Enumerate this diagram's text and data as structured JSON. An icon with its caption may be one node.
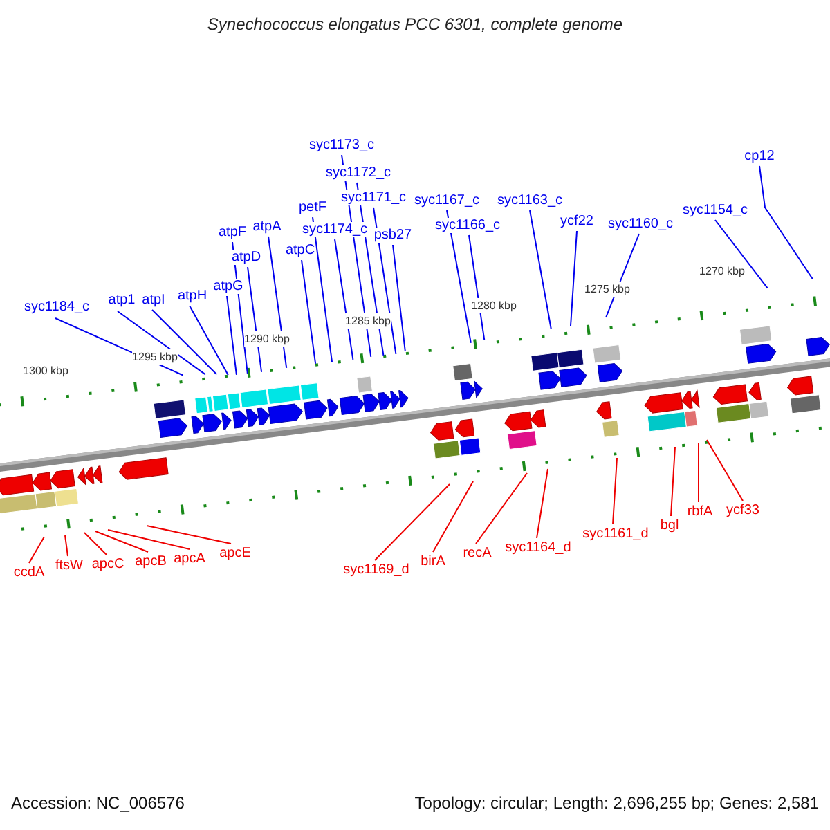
{
  "diagram": {
    "title": "Synechococcus elongatus PCC 6301, complete genome",
    "nodes": [
      {
        "text": [
          "syc1184_c"
        ]
      },
      {
        "text": [
          "atp1"
        ]
      },
      {
        "text": [
          "atpI"
        ]
      },
      {
        "text": [
          "atpH"
        ]
      },
      {
        "text": [
          "atpG"
        ]
      },
      {
        "text": [
          "atpF"
        ]
      },
      {
        "text": [
          "atpD"
        ]
      },
      {
        "text": [
          "atpA"
        ]
      },
      {
        "text": [
          "atpC"
        ]
      },
      {
        "text": [
          "petF"
        ]
      },
      {
        "text": [
          "syc1174_c"
        ]
      },
      {
        "text": [
          "syc1173_c"
        ]
      },
      {
        "text": [
          "syc1172_c"
        ]
      },
      {
        "text": [
          "syc1171_c"
        ]
      },
      {
        "text": [
          "psb27"
        ]
      },
      {
        "text": [
          "syc1167_c"
        ]
      },
      {
        "text": [
          "syc1166_c"
        ]
      },
      {
        "text": [
          "syc1163_c"
        ]
      },
      {
        "text": [
          "ycf22"
        ]
      },
      {
        "text": [
          "syc1160_c"
        ]
      },
      {
        "text": [
          "syc1154_c"
        ]
      },
      {
        "text": [
          "cp12"
        ]
      },
      {
        "text": [
          "ccdA"
        ]
      },
      {
        "text": [
          "ftsW"
        ]
      },
      {
        "text": [
          "apcC"
        ]
      },
      {
        "text": [
          "apcB"
        ]
      },
      {
        "text": [
          "apcA"
        ]
      },
      {
        "text": [
          "apcE"
        ]
      },
      {
        "text": [
          "syc1169_d"
        ]
      },
      {
        "text": [
          "birA"
        ]
      },
      {
        "text": [
          "recA"
        ]
      },
      {
        "text": [
          "syc1164_d"
        ]
      },
      {
        "text": [
          "syc1161_d"
        ]
      },
      {
        "text": [
          "bgl"
        ]
      },
      {
        "text": [
          "rbfA"
        ]
      },
      {
        "text": [
          "ycf33"
        ]
      }
    ],
    "edges": [
      {
        "from": 0,
        "to": null,
        "arrow": "none"
      },
      {
        "from": 1,
        "to": null,
        "arrow": "none"
      },
      {
        "from": 2,
        "to": null,
        "arrow": "none"
      },
      {
        "from": 3,
        "to": null,
        "arrow": "none"
      },
      {
        "from": 4,
        "to": null,
        "arrow": "none"
      },
      {
        "from": 5,
        "to": null,
        "arrow": "none"
      },
      {
        "from": 6,
        "to": null,
        "arrow": "none"
      },
      {
        "from": 7,
        "to": null,
        "arrow": "none"
      },
      {
        "from": 8,
        "to": null,
        "arrow": "none"
      },
      {
        "from": 9,
        "to": null,
        "arrow": "none"
      },
      {
        "from": 10,
        "to": null,
        "arrow": "none"
      },
      {
        "from": 11,
        "to": null,
        "arrow": "none"
      },
      {
        "from": 12,
        "to": null,
        "arrow": "none"
      },
      {
        "from": 13,
        "to": null,
        "arrow": "none"
      },
      {
        "from": 14,
        "to": null,
        "arrow": "none"
      },
      {
        "from": 15,
        "to": null,
        "arrow": "none"
      },
      {
        "from": 16,
        "to": null,
        "arrow": "none"
      },
      {
        "from": 17,
        "to": null,
        "arrow": "none"
      },
      {
        "from": 18,
        "to": null,
        "arrow": "none"
      },
      {
        "from": 19,
        "to": null,
        "arrow": "none"
      },
      {
        "from": 20,
        "to": null,
        "arrow": "none"
      },
      {
        "from": 21,
        "to": null,
        "arrow": "none"
      },
      {
        "from": 22,
        "to": null,
        "arrow": "none",
        "color": "#ee0000"
      },
      {
        "from": 23,
        "to": null,
        "arrow": "none",
        "color": "#ee0000"
      },
      {
        "from": 24,
        "to": null,
        "arrow": "none",
        "color": "#ee0000"
      },
      {
        "from": 25,
        "to": null,
        "arrow": "none",
        "color": "#ee0000"
      },
      {
        "from": 26,
        "to": null,
        "arrow": "none",
        "color": "#ee0000"
      },
      {
        "from": 27,
        "to": null,
        "arrow": "none",
        "color": "#ee0000"
      },
      {
        "from": 28,
        "to": null,
        "arrow": "none",
        "color": "#ee0000"
      },
      {
        "from": 29,
        "to": null,
        "arrow": "none",
        "color": "#ee0000"
      },
      {
        "from": 30,
        "to": null,
        "arrow": "none",
        "color": "#ee0000"
      },
      {
        "from": 31,
        "to": null,
        "arrow": "none",
        "color": "#ee0000"
      },
      {
        "from": 32,
        "to": null,
        "arrow": "none",
        "color": "#ee0000"
      },
      {
        "from": 33,
        "to": null,
        "arrow": "none",
        "color": "#ee0000"
      },
      {
        "from": 34,
        "to": null,
        "arrow": "none",
        "color": "#ee0000"
      },
      {
        "from": 35,
        "to": null,
        "arrow": "none",
        "color": "#ee0000"
      }
    ],
    "labels": [
      "1300 kbp",
      "1295 kbp",
      "1290 kbp",
      "1285 kbp",
      "1280 kbp",
      "1275 kbp",
      "1270 kbp",
      "Accession: NC_006576",
      "Topology: circular; Length: 2,696,255 bp; Genes: 2,581"
    ]
  }
}
